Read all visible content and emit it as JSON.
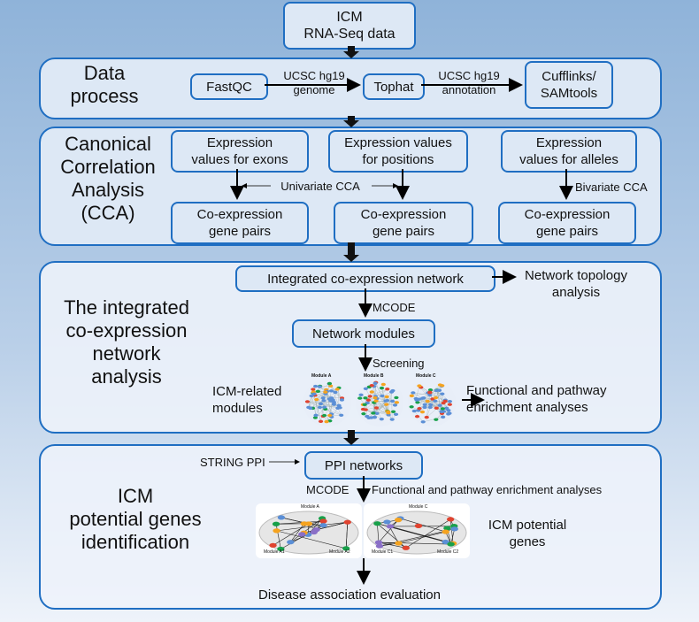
{
  "top_box": "ICM\nRNA-Seq data",
  "data_process": {
    "title": "Data\nprocess",
    "fastqc": "FastQC",
    "genome_label": "UCSC hg19\ngenome",
    "tophat": "Tophat",
    "annotation_label": "UCSC hg19\nannotation",
    "cufflinks": "Cufflinks/\nSAMtools"
  },
  "cca": {
    "title": "Canonical\nCorrelation\nAnalysis\n(CCA)",
    "exons": "Expression\nvalues for exons",
    "positions": "Expression values\nfor positions",
    "alleles": "Expression\nvalues for alleles",
    "univariate": "Univariate CCA",
    "bivariate": "Bivariate CCA",
    "pairs1": "Co-expression\ngene pairs",
    "pairs2": "Co-expression\ngene pairs",
    "pairs3": "Co-expression\ngene pairs"
  },
  "network": {
    "title": "The integrated\nco-expression\nnetwork\nanalysis",
    "integrated": "Integrated co-expression network",
    "topology": "Network topology\nanalysis",
    "mcode": "MCODE",
    "modules": "Network modules",
    "screening": "Screening",
    "icm_related": "ICM-related\nmodules",
    "module_labels": [
      "Module A",
      "Module B",
      "Module C"
    ],
    "functional": "Functional and pathway\nenrichment analyses"
  },
  "genes": {
    "title": "ICM\npotential genes\nidentification",
    "string_ppi": "STRING PPI",
    "ppi": "PPI networks",
    "mcode": "MCODE",
    "functional": "Functional and pathway enrichment analyses",
    "icm_potential": "ICM potential\ngenes",
    "ppi_module_labels": [
      "Module A",
      "Module A1",
      "Module A2",
      "Module C",
      "Module C1",
      "Module C2"
    ],
    "disease": "Disease association evaluation"
  },
  "colors": {
    "accent": "#1f6ec2",
    "node_blue": "#5b8fd6",
    "node_green": "#18a04a",
    "node_orange": "#f5a31f",
    "node_red": "#e0432f"
  }
}
